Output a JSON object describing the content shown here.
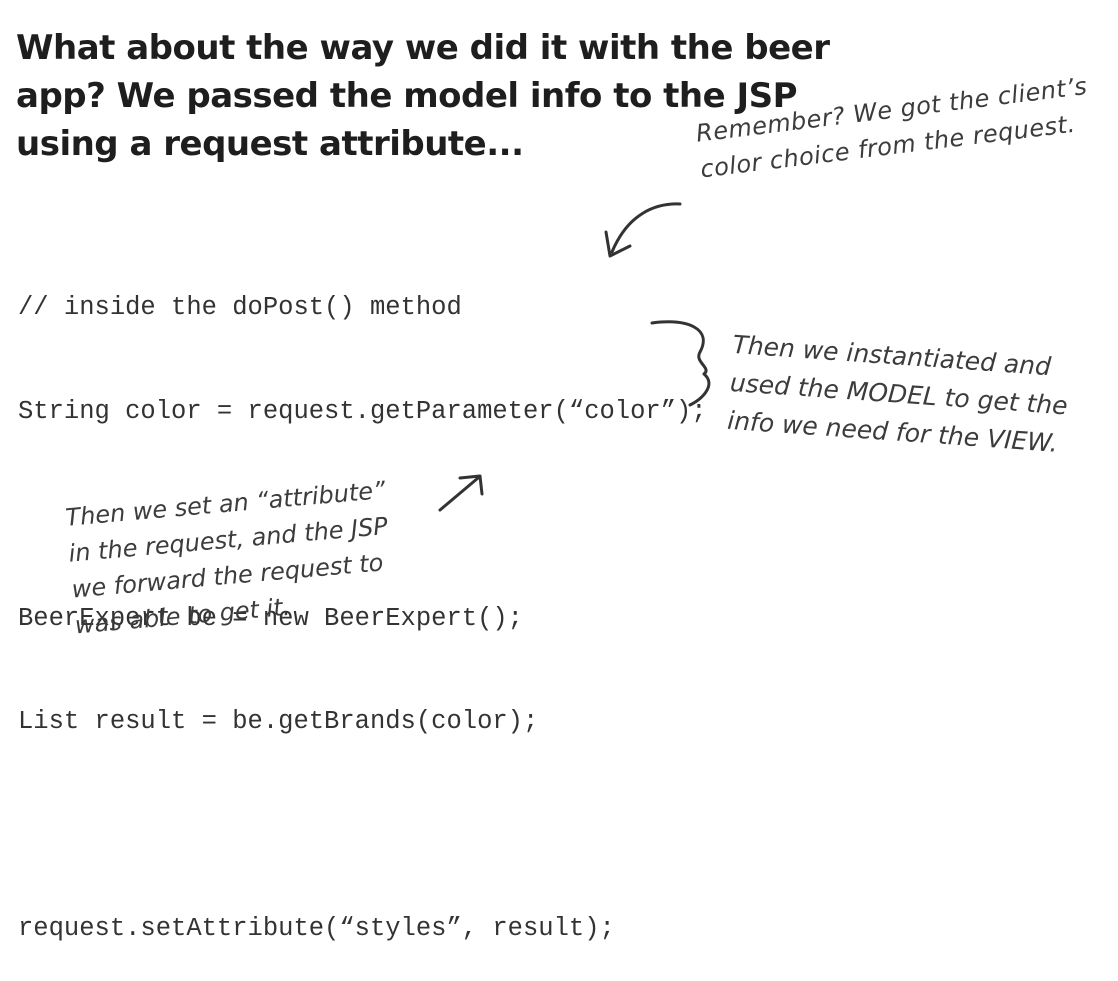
{
  "heading": {
    "lines": [
      "What about the way we did it with the beer",
      "app? We passed the model info to the JSP",
      "using a request attribute..."
    ]
  },
  "code": {
    "lines": [
      "// inside the doPost() method",
      "String color = request.getParameter(“color”);",
      "",
      "BeerExpert be = new BeerExpert();",
      "List result = be.getBrands(color);",
      "",
      "request.setAttribute(“styles”, result);"
    ]
  },
  "annotations": {
    "remember": {
      "lines": [
        "Remember? We got the client’s",
        "color choice from the request."
      ]
    },
    "model": {
      "lines": [
        "Then we instantiated and",
        "used the MODEL to get the",
        "info we need for the VIEW."
      ]
    },
    "attribute": {
      "lines": [
        "Then we set an “attribute”",
        "in the request, and the JSP",
        "we forward the request to",
        "was able to get it."
      ]
    }
  }
}
